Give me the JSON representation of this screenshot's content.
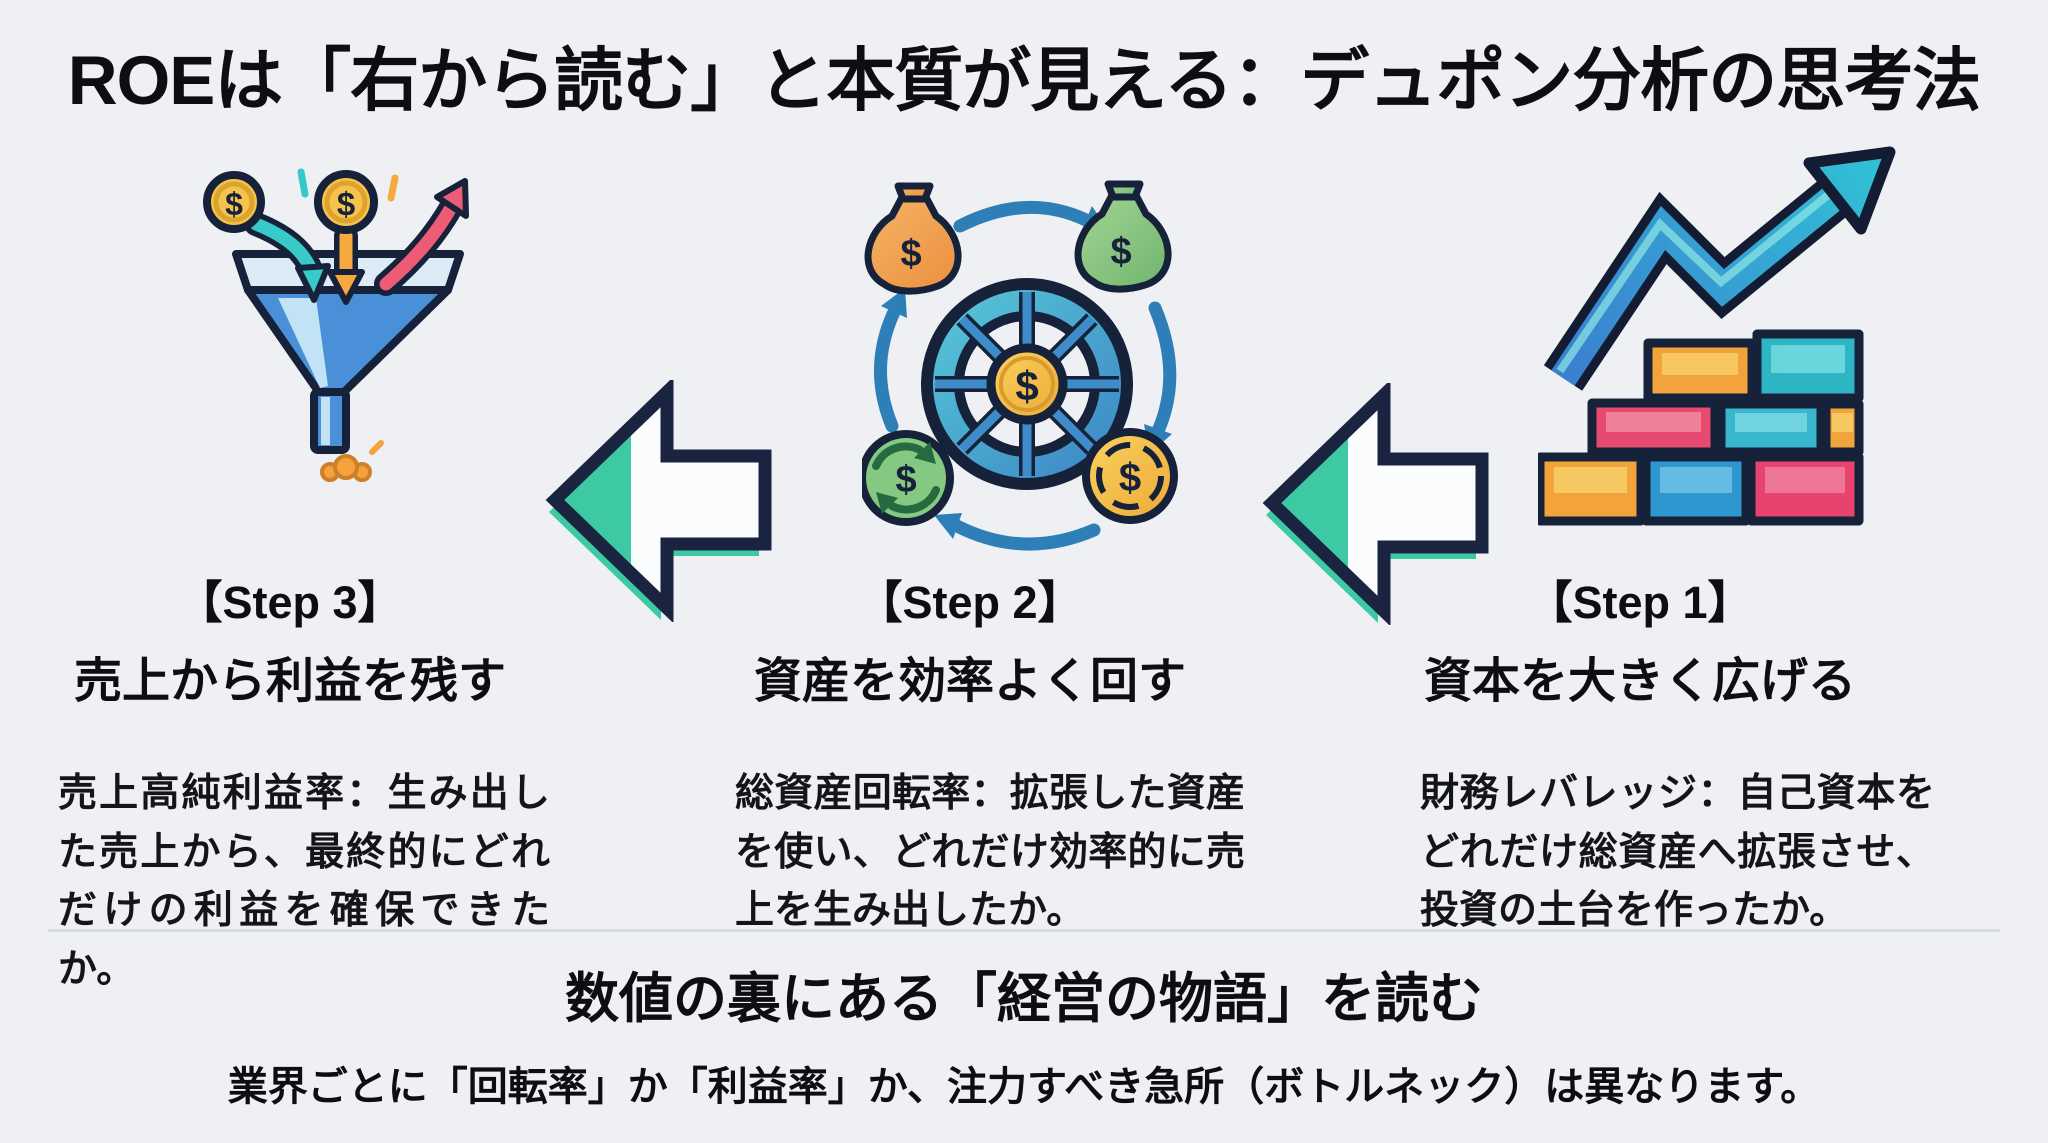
{
  "title": "ROEは「右から読む」と本質が見える：デュポン分析の思考法",
  "currency_symbol": "$",
  "steps": [
    {
      "label": "【Step 3】",
      "subtitle": "売上から利益を残す",
      "description": "売上高純利益率：生み出した売上から、最終的にどれだけの利益を確保できたか。",
      "icon": "profit-funnel-icon"
    },
    {
      "label": "【Step 2】",
      "subtitle": "資産を効率よく回す",
      "description": "総資産回転率：拡張した資産を使い、どれだけ効率的に売上を生み出したか。",
      "icon": "asset-turnover-wheel-icon"
    },
    {
      "label": "【Step 1】",
      "subtitle": "資本を大きく広げる",
      "description": "財務レバレッジ：自己資本をどれだけ総資産へ拡張させ、投資の土台を作ったか。",
      "icon": "capital-growth-bricks-icon"
    }
  ],
  "flow": {
    "direction": "right-to-left",
    "arrow_icon": "left-block-arrow-icon",
    "arrow_count": 2
  },
  "footer": {
    "heading": "数値の裏にある「経営の物語」を読む",
    "note": "業界ごとに「回転率」か「利益率」か、注力すべき急所（ボトルネック）は異なります。"
  },
  "colors": {
    "background": "#eef0f3",
    "text": "#0e0e10",
    "outline_navy": "#16213a",
    "arrow_teal": "#3dc9a4",
    "funnel_blue": "#4a90d9",
    "coin_gold": "#f6c34a",
    "cycle_blue": "#2e7fb8",
    "brick_orange": "#f2a33c",
    "brick_teal": "#2db5c5",
    "brick_pink": "#e8436e"
  }
}
